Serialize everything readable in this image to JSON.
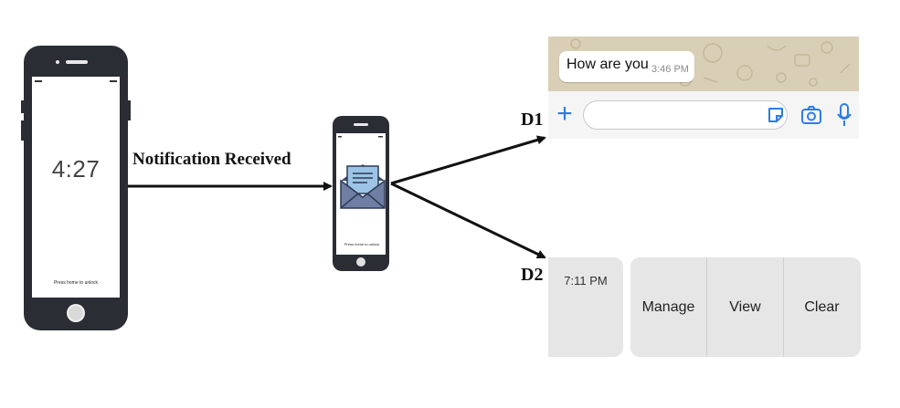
{
  "big_phone": {
    "time": "4:27",
    "unlock_text": "Press home to unlock"
  },
  "small_phone": {
    "unlock_text": "Press home to unlock"
  },
  "arrow_label": "Notification Received",
  "d1": {
    "label": "D1",
    "message": "How are you",
    "message_time": "3:46 PM",
    "accent": "#2f7de1"
  },
  "d2": {
    "label": "D2",
    "time": "7:11 PM",
    "actions": [
      "Manage",
      "View",
      "Clear"
    ]
  }
}
